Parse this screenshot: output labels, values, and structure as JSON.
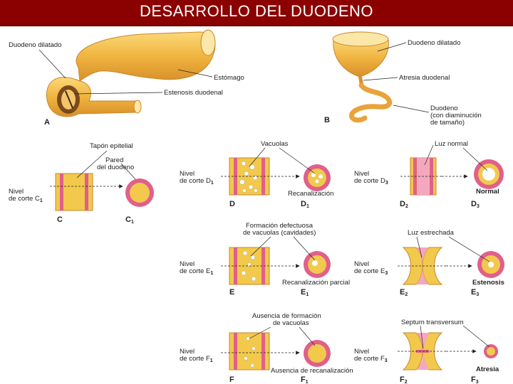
{
  "title": "DESARROLLO DEL DUODENO",
  "panel_a": {
    "letter": "A",
    "labels": {
      "duodeno_dilatado": "Duodeno dilatado",
      "estomago": "Estómago",
      "estenosis": "Estenosis duodenal"
    }
  },
  "panel_b": {
    "letter": "B",
    "labels": {
      "duodeno_dilatado": "Duodeno dilatado",
      "atresia": "Atresia duodenal",
      "duodeno_line1": "Duodeno",
      "duodeno_line2": "(con diaminución",
      "duodeno_line3": "de tamaño)"
    }
  },
  "row_c": {
    "tapon": "Tapón epitelial",
    "pared_line1": "Pared",
    "pared_line2": "del duodeno",
    "nivel_line1": "Nivel",
    "nivel_line2": "de corte C",
    "nivel_sub": "1",
    "letter_c": "C",
    "letter_c1": "C",
    "letter_c1_sub": "1"
  },
  "row_d": {
    "vacuolas": "Vacuolas",
    "nivel_d1_line1": "Nivel",
    "nivel_d1_line2": "de corte D",
    "nivel_d1_sub": "1",
    "recanal": "Recanalización",
    "letter_d": "D",
    "letter_d1": "D",
    "letter_d1_sub": "1",
    "luz_normal": "Luz normal",
    "nivel_d3_line1": "Nivel",
    "nivel_d3_line2": "de corte D",
    "nivel_d3_sub": "3",
    "normal": "Normal",
    "letter_d2": "D",
    "letter_d2_sub": "2",
    "letter_d3": "D",
    "letter_d3_sub": "3"
  },
  "row_e": {
    "formacion_line1": "Formación defectuosa",
    "formacion_line2": "de vacuolas (cavidades)",
    "nivel_e1_line1": "Nivel",
    "nivel_e1_line2": "de corte E",
    "nivel_e1_sub": "1",
    "recanal_parcial": "Recanalización parcial",
    "letter_e": "E",
    "letter_e1": "E",
    "letter_e1_sub": "1",
    "luz_estrechada": "Luz estrechada",
    "nivel_e3_line1": "Nivel",
    "nivel_e3_line2": "de corte E",
    "nivel_e3_sub": "3",
    "estenosis": "Estenosis",
    "letter_e2": "E",
    "letter_e2_sub": "2",
    "letter_e3": "E",
    "letter_e3_sub": "3"
  },
  "row_f": {
    "ausencia_line1": "Ausencia de formación",
    "ausencia_line2": "de vacuolas",
    "nivel_f1_line1": "Nivel",
    "nivel_f1_line2": "de corte F",
    "nivel_f1_sub": "1",
    "ausencia_recanal": "Ausencia de recanalización",
    "letter_f": "F",
    "letter_f1": "F",
    "letter_f1_sub": "1",
    "septum": "Septum transversum",
    "nivel_f3_line1": "Nivel",
    "nivel_f3_line2": "de corte F",
    "nivel_f3_sub": "3",
    "atresia": "Atresia",
    "letter_f2": "F",
    "letter_f2_sub": "2",
    "letter_f3": "F",
    "letter_f3_sub": "3"
  },
  "colors": {
    "title_bg": "#8b0000",
    "title_text": "#ffffff",
    "wall_yellow": "#f2c94c",
    "wall_pink": "#e0608a",
    "lumen_pink": "#f4a7c0",
    "organ_orange": "#e8a33a"
  }
}
